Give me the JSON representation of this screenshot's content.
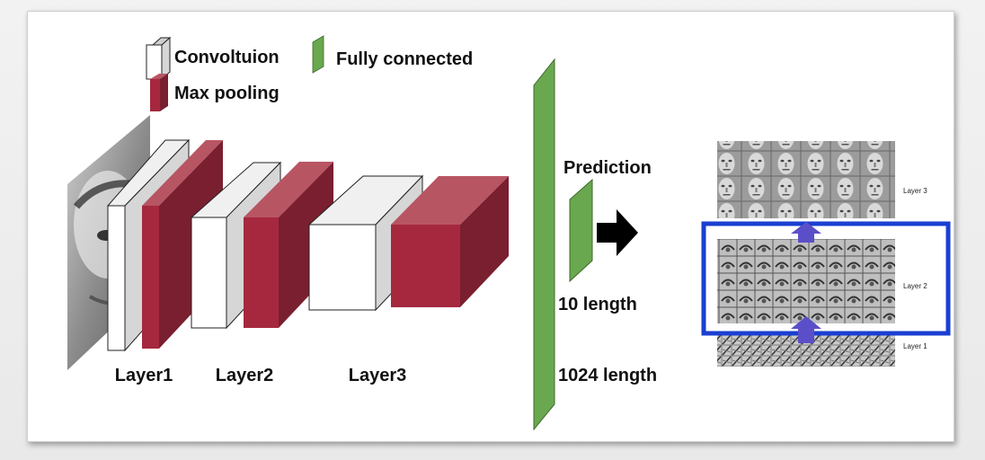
{
  "legend": {
    "convolution": "Convoltuion",
    "max_pooling": "Max pooling",
    "fully_connected": "Fully connected"
  },
  "layers": [
    "Layer1",
    "Layer2",
    "Layer3"
  ],
  "prediction": {
    "title": "Prediction",
    "output_length": "10 length",
    "fc_length": "1024 length"
  },
  "features": {
    "labels": [
      "Layer 3",
      "Layer 2",
      "Layer 1"
    ]
  },
  "colors": {
    "conv_face": "#ffffff",
    "conv_side": "#d6d6d6",
    "pool_face": "#a5283f",
    "pool_side": "#7a1f2f",
    "pool_top": "#b85563",
    "fc_green": "#6aa84f",
    "highlight": "#1a3fd1",
    "arrow_purple": "#5b4fc9"
  }
}
